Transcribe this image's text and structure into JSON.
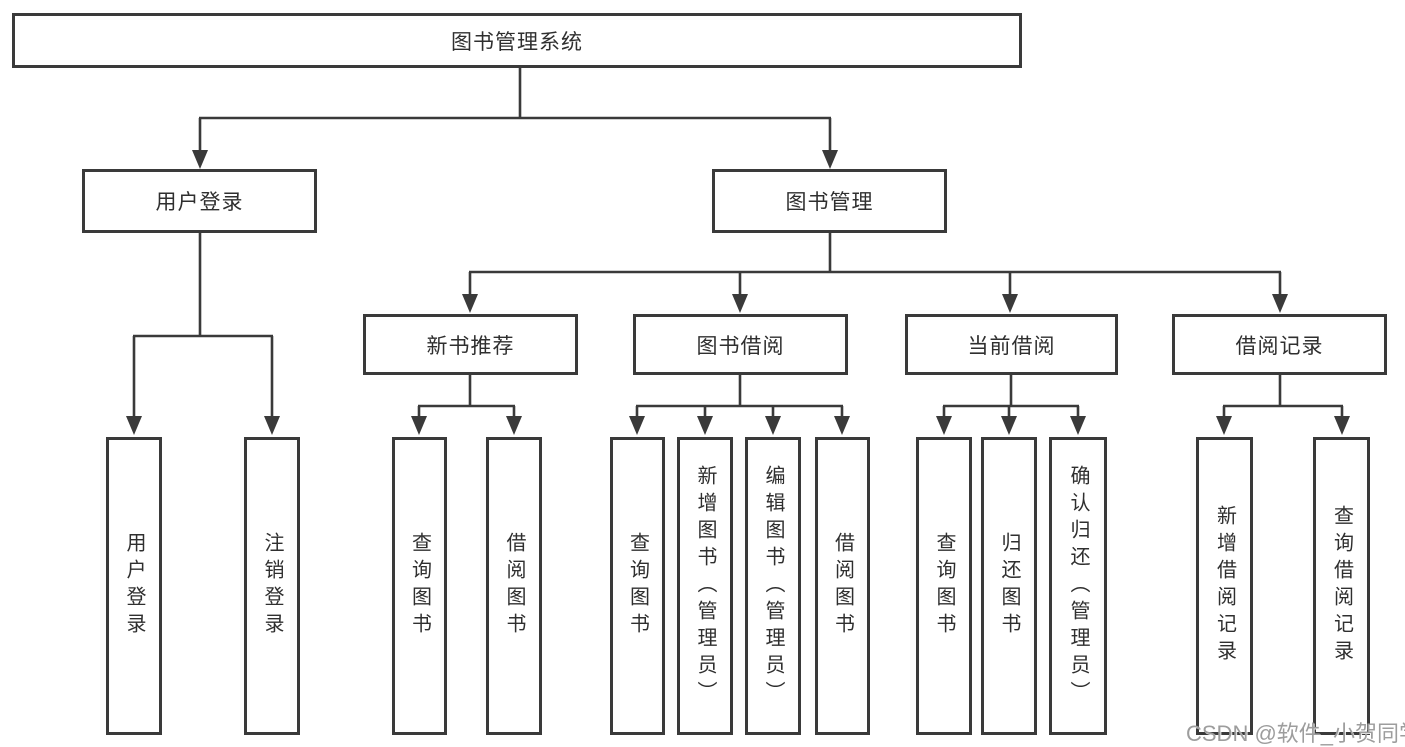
{
  "diagram": {
    "root": {
      "label": "图书管理系统"
    },
    "branches": [
      {
        "label": "用户登录",
        "children": [
          {
            "label": "用户登录"
          },
          {
            "label": "注销登录"
          }
        ]
      },
      {
        "label": "图书管理",
        "children": [
          {
            "label": "新书推荐",
            "children": [
              {
                "label": "查询图书"
              },
              {
                "label": "借阅图书"
              }
            ]
          },
          {
            "label": "图书借阅",
            "children": [
              {
                "label": "查询图书"
              },
              {
                "label": "新增图书（管理员）"
              },
              {
                "label": "编辑图书（管理员）"
              },
              {
                "label": "借阅图书"
              }
            ]
          },
          {
            "label": "当前借阅",
            "children": [
              {
                "label": "查询图书"
              },
              {
                "label": "归还图书"
              },
              {
                "label": "确认归还（管理员）"
              }
            ]
          },
          {
            "label": "借阅记录",
            "children": [
              {
                "label": "新增借阅记录"
              },
              {
                "label": "查询借阅记录"
              }
            ]
          }
        ]
      }
    ]
  },
  "watermark": {
    "text": "CSDN @软件_小贺同学"
  },
  "colors": {
    "line": "#3a3a3a",
    "text": "#2f2f2f",
    "background": "#ffffff",
    "watermark": "#9d9d9d"
  }
}
